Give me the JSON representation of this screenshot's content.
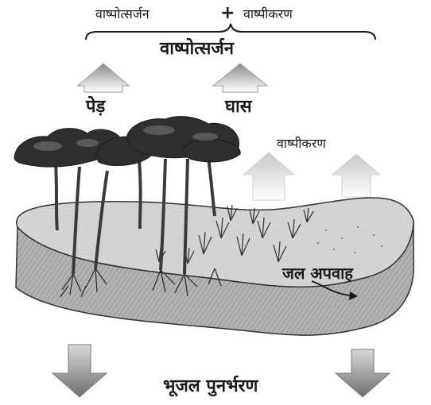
{
  "labels": {
    "transpiration_top": "वाष्पोत्सर्जन",
    "plus": "+",
    "evaporation_top": "वाष्पीकरण",
    "evapotranspiration": "वाष्पोत्सर्जन",
    "trees": "पेड़",
    "grass": "घास",
    "evaporation": "वाष्पीकरण",
    "runoff": "जल अपवाह",
    "groundwater_recharge": "भूजल पुनर्भरण"
  },
  "colors": {
    "ink": "#1a1a1a",
    "arrow_dark": "#8a8a8a",
    "arrow_light": "#e2e2e2",
    "soil_top": "#d3d3d3",
    "soil_side": "#a9a9a9",
    "foliage": "#2f2f2f"
  }
}
